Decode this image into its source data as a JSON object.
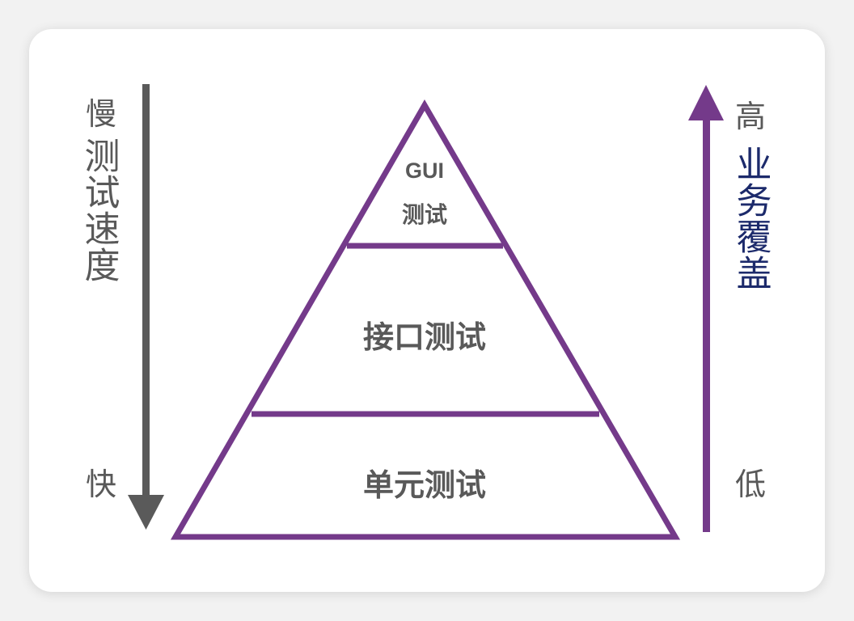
{
  "left_axis": {
    "top_label": "慢",
    "title": "测试速度",
    "bottom_label": "快"
  },
  "right_axis": {
    "top_label": "高",
    "title": "业务覆盖",
    "bottom_label": "低"
  },
  "pyramid": {
    "top_label_line1": "GUI",
    "top_label_line2": "测试",
    "middle_label": "接口测试",
    "bottom_label": "单元测试"
  },
  "colors": {
    "pyramid": "#743a8a",
    "speed_arrow": "#5a5a5a",
    "coverage_arrow": "#743a8a",
    "label_gray": "#595959",
    "coverage_title": "#1c2a6b"
  }
}
